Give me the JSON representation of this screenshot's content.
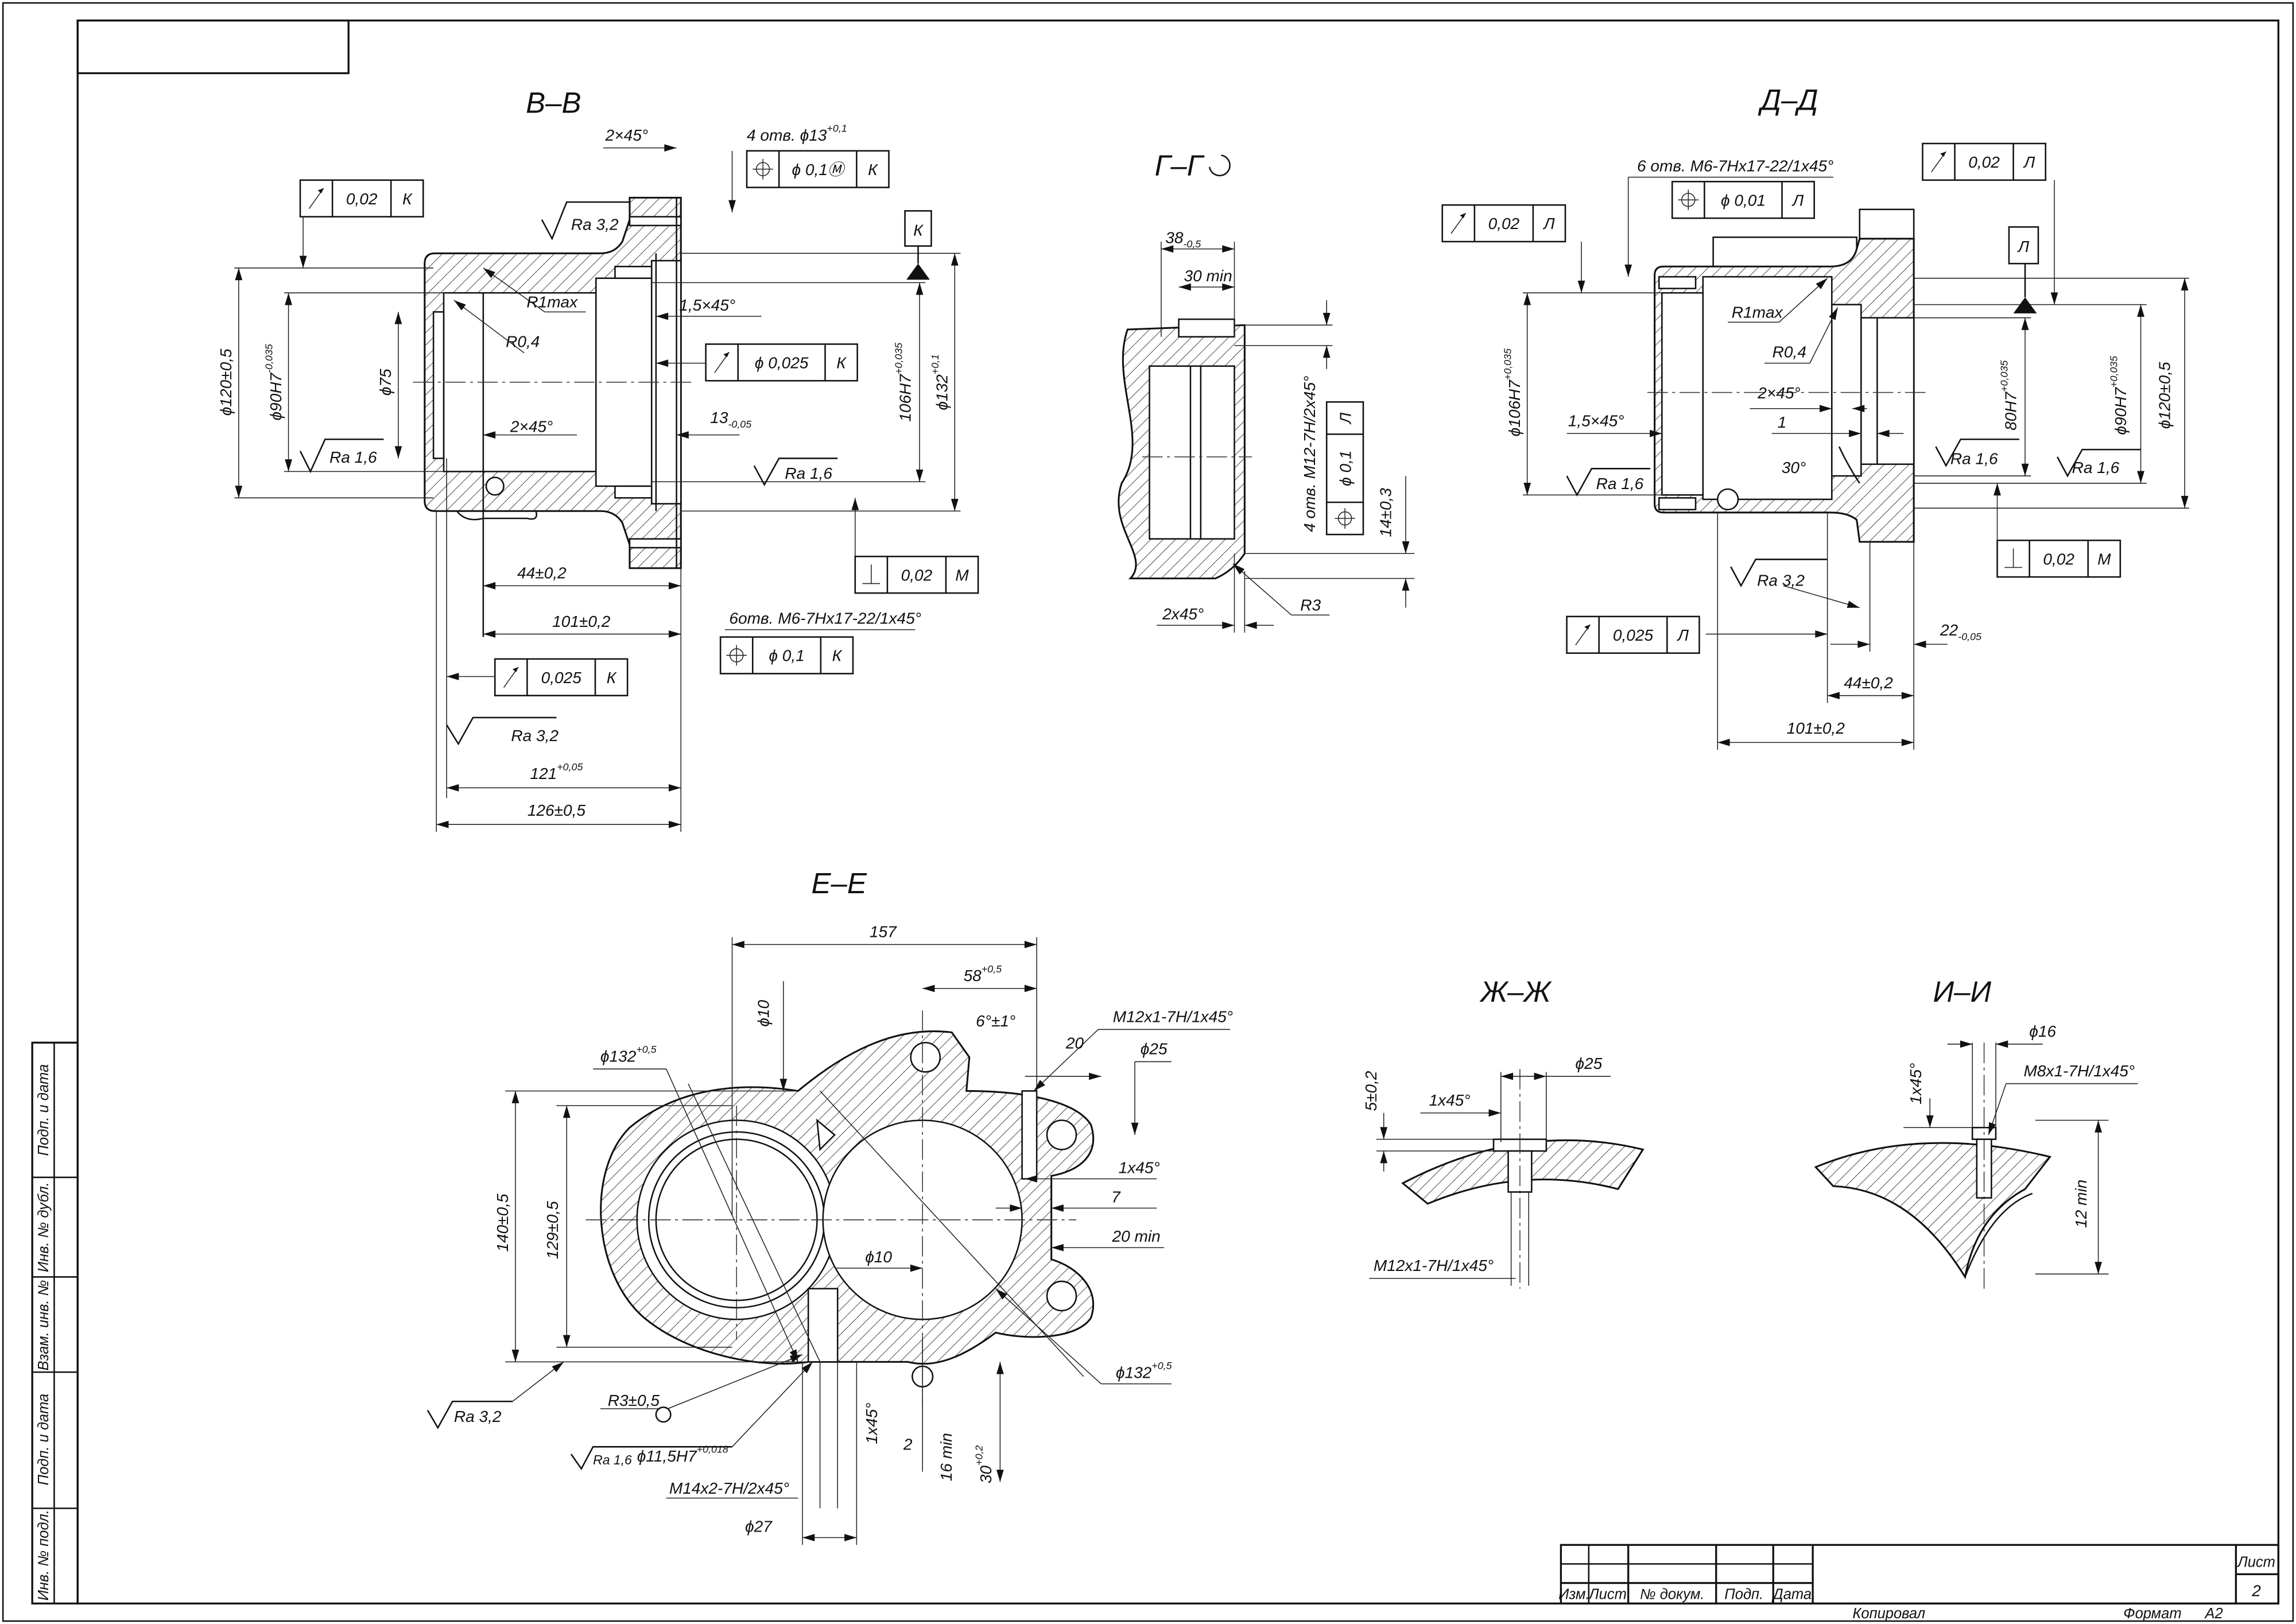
{
  "sheet": {
    "sheet_label": "Лист",
    "sheet_number": "2",
    "copied_label": "Копировал",
    "format_label": "Формат",
    "format": "A2"
  },
  "title_block": {
    "headers": [
      "Изм.",
      "Лист",
      "№ докум.",
      "Подп.",
      "Дата"
    ]
  },
  "side_stamp": [
    "Подп. и дата",
    "Инв. № дубл.",
    "Взам. инв. №",
    "Подп. и дата",
    "Инв. № подл."
  ],
  "views": {
    "bb": {
      "title": "В–В",
      "datum": "К",
      "fcf": [
        {
          "symbol": "runout",
          "value": "0,02",
          "datum": "К"
        },
        {
          "symbol": "position",
          "value": "ϕ 0,1Ⓜ",
          "datum": "К"
        },
        {
          "symbol": "runout",
          "value": "ϕ 0,025",
          "datum": "К"
        },
        {
          "symbol": "perpendicularity",
          "value": "0,02",
          "datum": "М"
        },
        {
          "symbol": "runout",
          "value": "0,025",
          "datum": "К"
        },
        {
          "symbol": "position",
          "value": "ϕ 0,1",
          "datum": "К"
        }
      ],
      "labels": {
        "chamfer_top": "2×45°",
        "holes_13": "4 отв. ϕ13",
        "holes_13_tol": "+0,1",
        "ra32_top": "Ra 3,2",
        "r1max": "R1max",
        "r04": "R0,4",
        "chamfer_15": "1,5×45°",
        "chamfer_2": "2×45°",
        "d13": "13",
        "d13_tol": "-0,05",
        "ra16_left": "Ra 1,6",
        "ra16_right": "Ra 1,6",
        "threads": "6отв. M6-7Hx17-22/1x45°",
        "ra32_bottom": "Ra 3,2"
      },
      "dims": {
        "d120": "ϕ120±0,5",
        "d90": "ϕ90H7",
        "d90_tol": "-0,035",
        "d75": "ϕ75",
        "d106": "106H7",
        "d106_tol": "+0,035",
        "d132": "ϕ132",
        "d132_tol": "+0,1",
        "l44": "44±0,2",
        "l101": "101±0,2",
        "l121": "121",
        "l121_tol": "+0,05",
        "l126": "126±0,5"
      }
    },
    "gg": {
      "title": "Г–Г",
      "fcf": [
        {
          "symbol": "position",
          "value": "ϕ 0,1",
          "datum": "Л"
        }
      ],
      "labels": {
        "l38": "38",
        "l38_tol": "-0,5",
        "min30": "30 min",
        "holes": "4 отв. M12-7H/2x45°",
        "l14": "14±0,3",
        "chamfer": "2x45°",
        "r3": "R3"
      }
    },
    "dd": {
      "title": "Д–Д",
      "datum": "Л",
      "fcf": [
        {
          "symbol": "runout",
          "value": "0,02",
          "datum": "Л"
        },
        {
          "symbol": "position",
          "value": "ϕ 0,01",
          "datum": "Л"
        },
        {
          "symbol": "runout",
          "value": "0,02",
          "datum": "Л"
        },
        {
          "symbol": "perpendicularity",
          "value": "0,02",
          "datum": "М"
        },
        {
          "symbol": "runout",
          "value": "0,025",
          "datum": "Л"
        }
      ],
      "labels": {
        "threads": "6 отв. M6-7Hx17-22/1x45°",
        "chamfer_15": "1,5×45°",
        "ra16_left": "Ra 1,6",
        "r1max": "R1max",
        "r04": "R0,4",
        "chamfer_2": "2×45°",
        "one": "1",
        "angle30": "30°",
        "ra16_mid": "Ra 1,6",
        "ra16_right": "Ra 1,6",
        "ra32": "Ra 3,2",
        "l22": "22",
        "l22_tol": "-0,05"
      },
      "dims": {
        "d106": "ϕ106H7",
        "d106_tol": "+0,035",
        "d80": "80H7",
        "d80_tol": "+0,035",
        "d90": "ϕ90H7",
        "d90_tol": "+0,035",
        "d120": "ϕ120±0,5",
        "l44": "44±0,2",
        "l101": "101±0,2"
      }
    },
    "ee": {
      "title": "Е–Е",
      "labels": {
        "l157": "157",
        "l58": "58",
        "l58_tol": "+0,5",
        "d10_top": "ϕ10",
        "angle": "6°±1°",
        "m12": "M12x1-7H/1x45°",
        "l20": "20",
        "d25": "ϕ25",
        "d132_left": "ϕ132",
        "d132_left_tol": "+0,5",
        "l140": "140±0,5",
        "l129": "129±0,5",
        "chamfer_1": "1x45°",
        "l7": "7",
        "min20": "20 min",
        "d10_mid": "ϕ10",
        "d132_right": "ϕ132",
        "d132_right_tol": "+0,5",
        "ra32": "Ra 3,2",
        "r3": "R3±0,5",
        "ra16": "Ra 1,6",
        "d115": "ϕ11,5H7",
        "d115_tol": "+0,018",
        "m14": "M14x2-7H/2x45°",
        "d27": "ϕ27",
        "chamfer_v": "1x45°",
        "l2": "2",
        "min16": "16 min",
        "l30": "30",
        "l30_tol": "+0,2"
      }
    },
    "zhzh": {
      "title": "Ж–Ж",
      "labels": {
        "d25": "ϕ25",
        "l5": "5±0,2",
        "chamfer": "1x45°",
        "thread": "M12x1-7H/1x45°"
      }
    },
    "ii": {
      "title": "И–И",
      "labels": {
        "d16": "ϕ16",
        "thread": "M8x1-7H/1x45°",
        "chamfer": "1x45°",
        "min12": "12 min"
      }
    }
  }
}
